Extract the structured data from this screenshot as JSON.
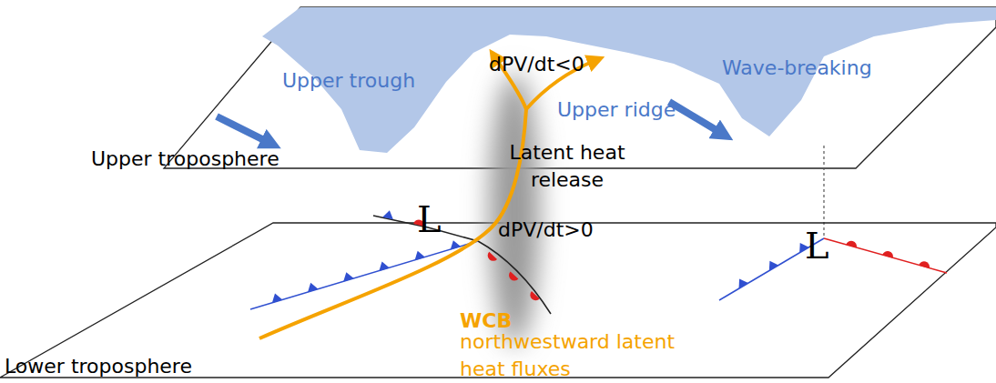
{
  "diagram": {
    "labels": [
      "dPV/dt<0",
      "Upper trough",
      "Upper ridge",
      "Wave-breaking",
      "Upper troposphere",
      "Latent heat release",
      "dPV/dt>0",
      "L",
      "L",
      "WCB",
      "northwestward latent heat fluxes",
      "Lower troposphere"
    ]
  }
}
